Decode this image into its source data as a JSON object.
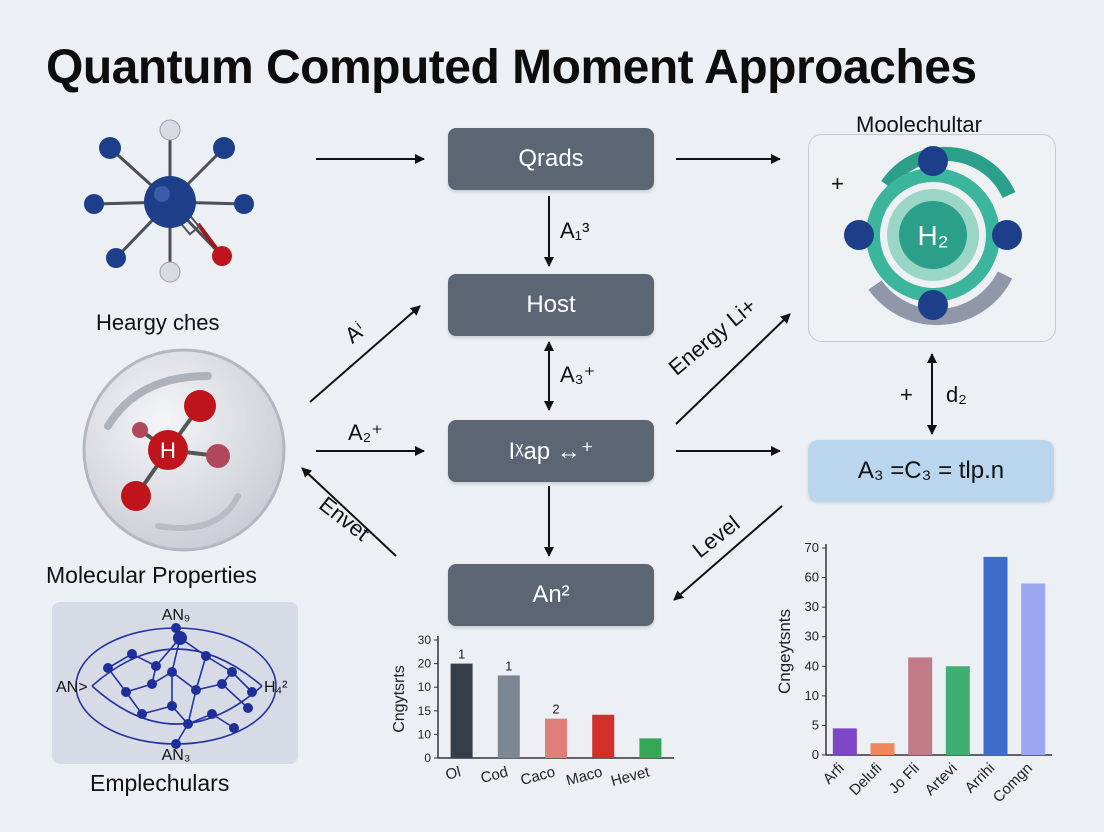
{
  "title": "Quantum Computed Moment Approaches",
  "left": {
    "caption_top": "Heargy ches",
    "caption_mid": "Molecular Properties",
    "caption_bottom": "Emplechulars",
    "h_atom": "H",
    "network": {
      "label_top": "AN₉",
      "label_left": "AN>",
      "label_right": "H₄²",
      "label_bottom": "AN₃"
    }
  },
  "flow": {
    "box1": "Qrads",
    "box2": "Host",
    "box3": "Iᵡap ↔⁺",
    "box4": "An²",
    "label_1_2": "A₁³",
    "label_2_3": "A₃⁺",
    "label_diag_up": "Aⁱ",
    "label_in": "A₂⁺",
    "label_back": "Envet",
    "label_energy": "Energy Li+",
    "label_level": "Level"
  },
  "right": {
    "panel_title": "Moolechultar",
    "plus_sign": "+",
    "molecule": "H₂",
    "side_plus": "+",
    "side_label": "d₂",
    "result": "A₃ =C₃ = tlp.n"
  },
  "colors": {
    "flow_box": "#5b6573",
    "result_box": "#b9d6ee",
    "atom_blue": "#1d3f8a",
    "atom_red": "#c0141c",
    "teal": "#2b9f89"
  },
  "chart_data": [
    {
      "type": "bar",
      "ylabel": "Cngytsrts",
      "categories": [
        "Ol",
        "Cod",
        "Caco",
        "Maco",
        "Hevet"
      ],
      "values": [
        24,
        21,
        10,
        11,
        5
      ],
      "colors": [
        "#343d48",
        "#7d8794",
        "#e07f7a",
        "#d12f2a",
        "#35a857"
      ],
      "data_labels": [
        "1",
        "1",
        "2",
        "",
        ""
      ],
      "yticks": [
        0,
        10,
        15,
        10,
        20,
        30
      ],
      "ylim": [
        0,
        30
      ]
    },
    {
      "type": "bar",
      "ylabel": "Cngeytsnts",
      "categories": [
        "Arfi",
        "Delufi",
        "Jo Fli",
        "Artevi",
        "Arrihi",
        "Comgn"
      ],
      "values": [
        9,
        4,
        33,
        30,
        67,
        58
      ],
      "colors": [
        "#7d46c4",
        "#f2865c",
        "#c07a88",
        "#3fae72",
        "#3f6bcb",
        "#9aa8ef"
      ],
      "yticks": [
        0,
        5,
        10,
        40,
        30,
        30,
        60,
        70
      ],
      "ylim": [
        0,
        70
      ]
    }
  ]
}
